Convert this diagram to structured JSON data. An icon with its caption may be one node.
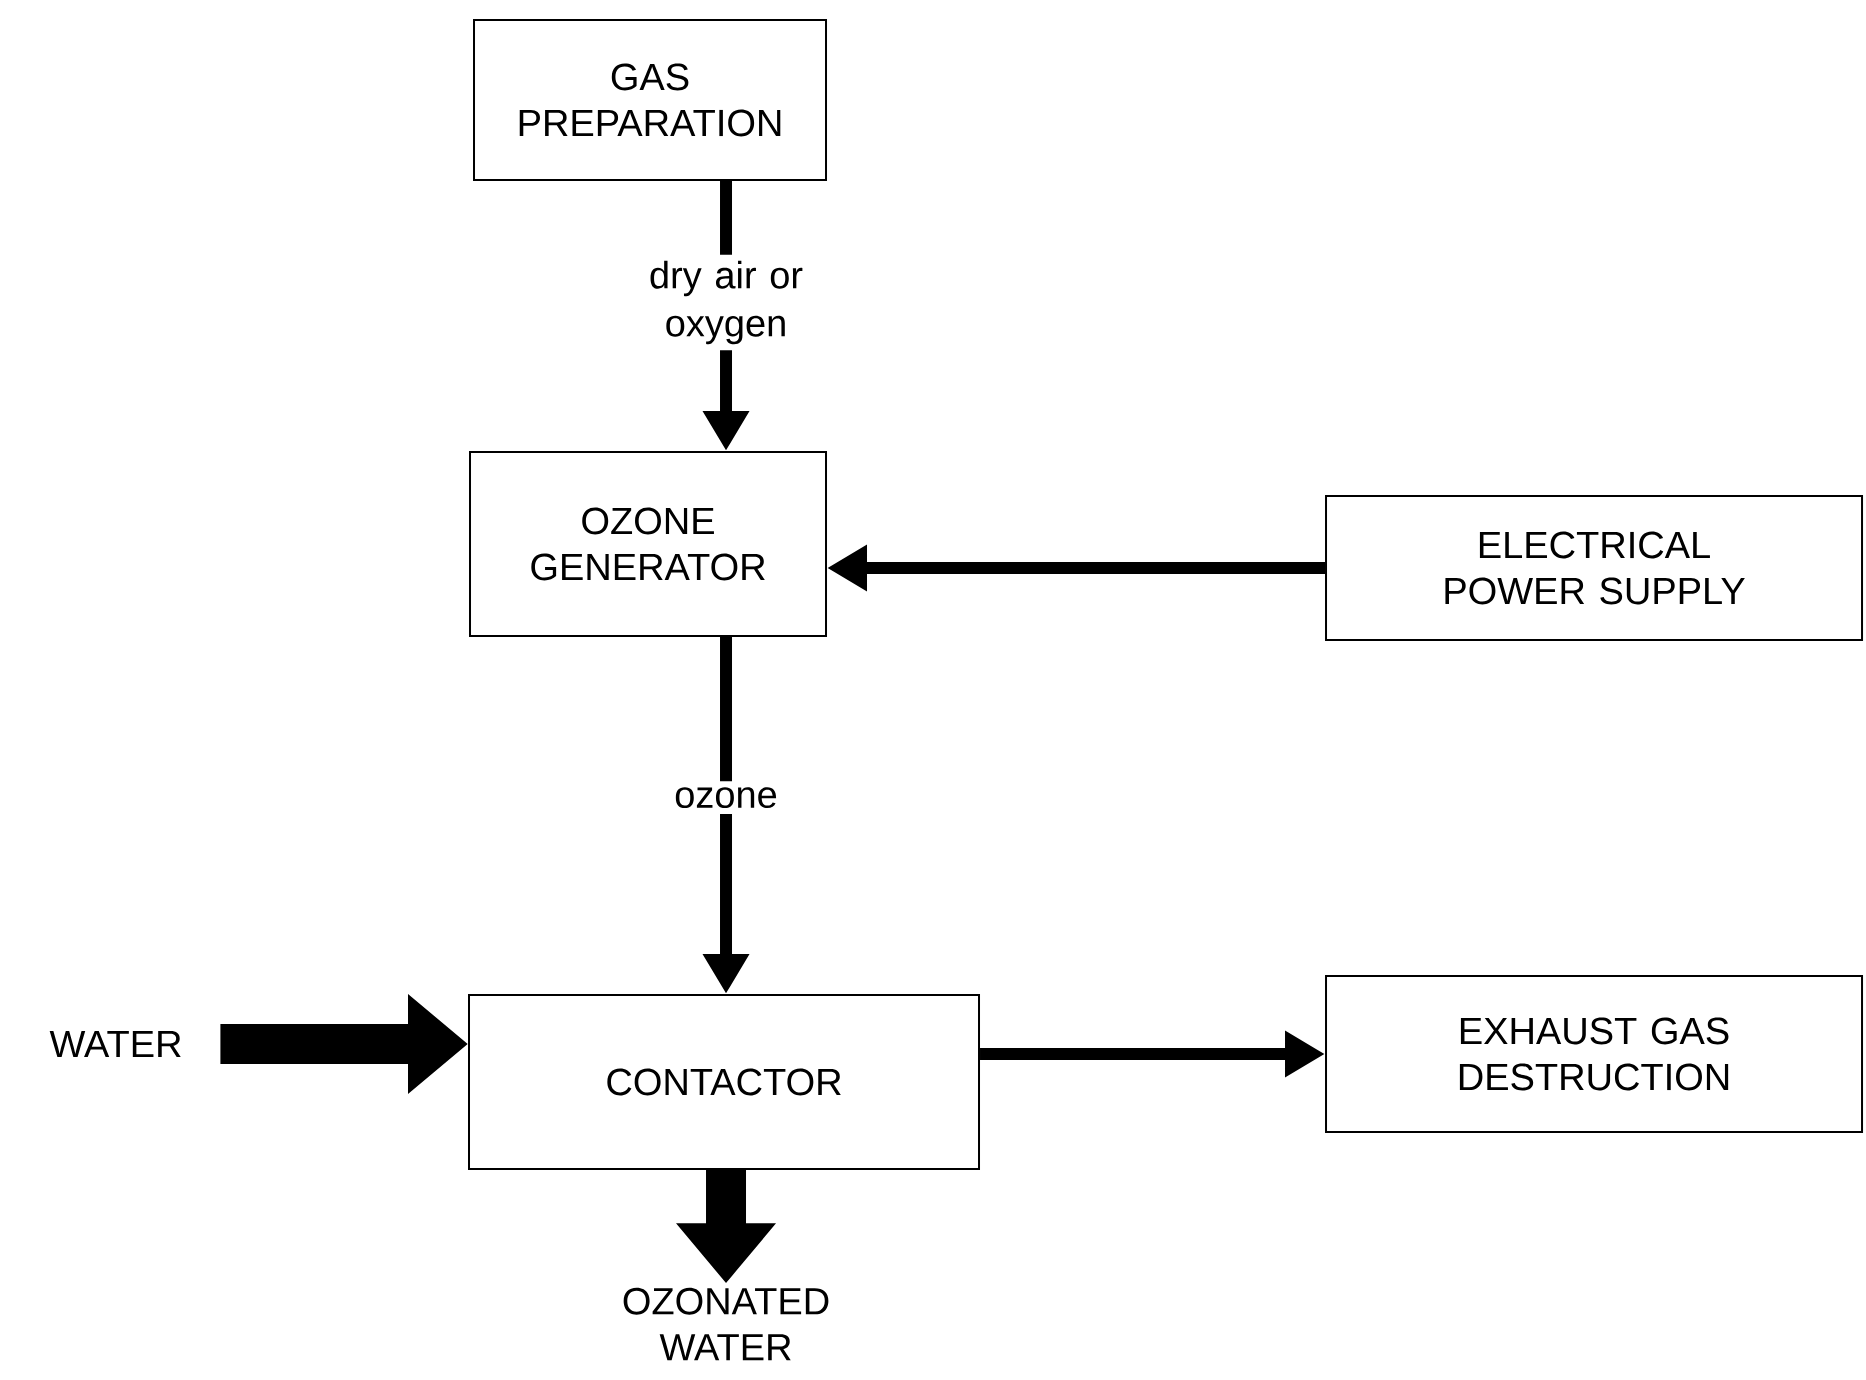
{
  "diagram": {
    "nodes": [
      {
        "text": [
          "GAS PREPARATION"
        ]
      },
      {
        "text": [
          "OZONE GENERATOR"
        ]
      },
      {
        "text": [
          "ELECTRICAL POWER SUPPLY"
        ]
      },
      {
        "text": [
          "CONTACTOR"
        ]
      },
      {
        "text": [
          "EXHAUST GAS DESTRUCTION"
        ]
      },
      {
        "text": [
          "WATER"
        ]
      },
      {
        "text": [
          "OZONATED WATER"
        ]
      }
    ],
    "edges": [
      {
        "from": 0,
        "to": 1,
        "arrow": "to",
        "label": "dry air or oxygen"
      },
      {
        "from": 2,
        "to": 1,
        "arrow": "to"
      },
      {
        "from": 1,
        "to": 3,
        "arrow": "to",
        "label": "ozone"
      },
      {
        "from": 5,
        "to": 3,
        "arrow": "to",
        "style": "thick"
      },
      {
        "from": 3,
        "to": 4,
        "arrow": "to"
      },
      {
        "from": 3,
        "to": 6,
        "arrow": "to",
        "style": "thick"
      }
    ]
  }
}
